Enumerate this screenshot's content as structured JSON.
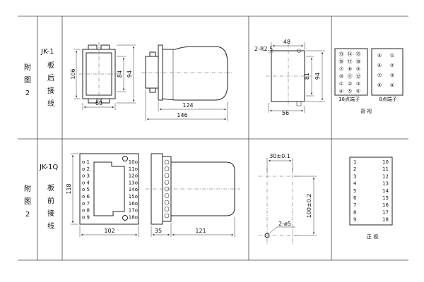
{
  "rows": [
    {
      "side_label": [
        "附",
        "图",
        "2"
      ],
      "model": "JK-1",
      "view_label": [
        "板",
        "后",
        "接",
        "线"
      ],
      "front_view": {
        "dims": [
          "106",
          "84",
          "94",
          "60"
        ]
      },
      "side_view": {
        "dims": [
          "124",
          "146"
        ]
      },
      "cutout": {
        "dims": [
          "2-R2.5",
          "48",
          "81",
          "94",
          "56"
        ]
      },
      "terminals": {
        "grid18": [
          "⑬",
          "⑭",
          "⑮",
          "⑯",
          "⑰",
          "⑱",
          "⑦",
          "⑧",
          "⑨",
          "⑩",
          "⑪",
          "⑫",
          "①",
          "②",
          "③",
          "④",
          "⑤",
          "⑥"
        ],
        "grid18_caption": "18点端子",
        "grid8": [
          "⑤",
          "①",
          "⑥",
          "②",
          "⑦",
          "③",
          "⑧",
          "④"
        ],
        "grid8_caption": "8点端子",
        "view": "背  视"
      }
    },
    {
      "side_label": [
        "附",
        "图",
        "2"
      ],
      "model": "JK-1Q",
      "view_label": [
        "板",
        "前",
        "接",
        "线"
      ],
      "front_view": {
        "dims": [
          "118",
          "102"
        ],
        "left_terminals": [
          "o 1",
          "o 2",
          "o 3",
          "o 4",
          "o 5",
          "o 6",
          "o 7",
          "o 8",
          "o 9"
        ],
        "right_terminals": [
          "10o",
          "11o",
          "12o",
          "13o",
          "14o",
          "15o",
          "16o",
          "17o",
          "18o"
        ]
      },
      "side_view": {
        "dims": [
          "35",
          "121"
        ]
      },
      "cutout": {
        "dims": [
          "30±0.1",
          "100±0.2",
          "2-ø5"
        ]
      },
      "terminals": {
        "left": [
          "1",
          "2",
          "3",
          "4",
          "5",
          "6",
          "7",
          "8",
          "9"
        ],
        "right": [
          "10",
          "11",
          "12",
          "13",
          "14",
          "15",
          "16",
          "17",
          "18"
        ],
        "view": "正  视"
      }
    }
  ]
}
